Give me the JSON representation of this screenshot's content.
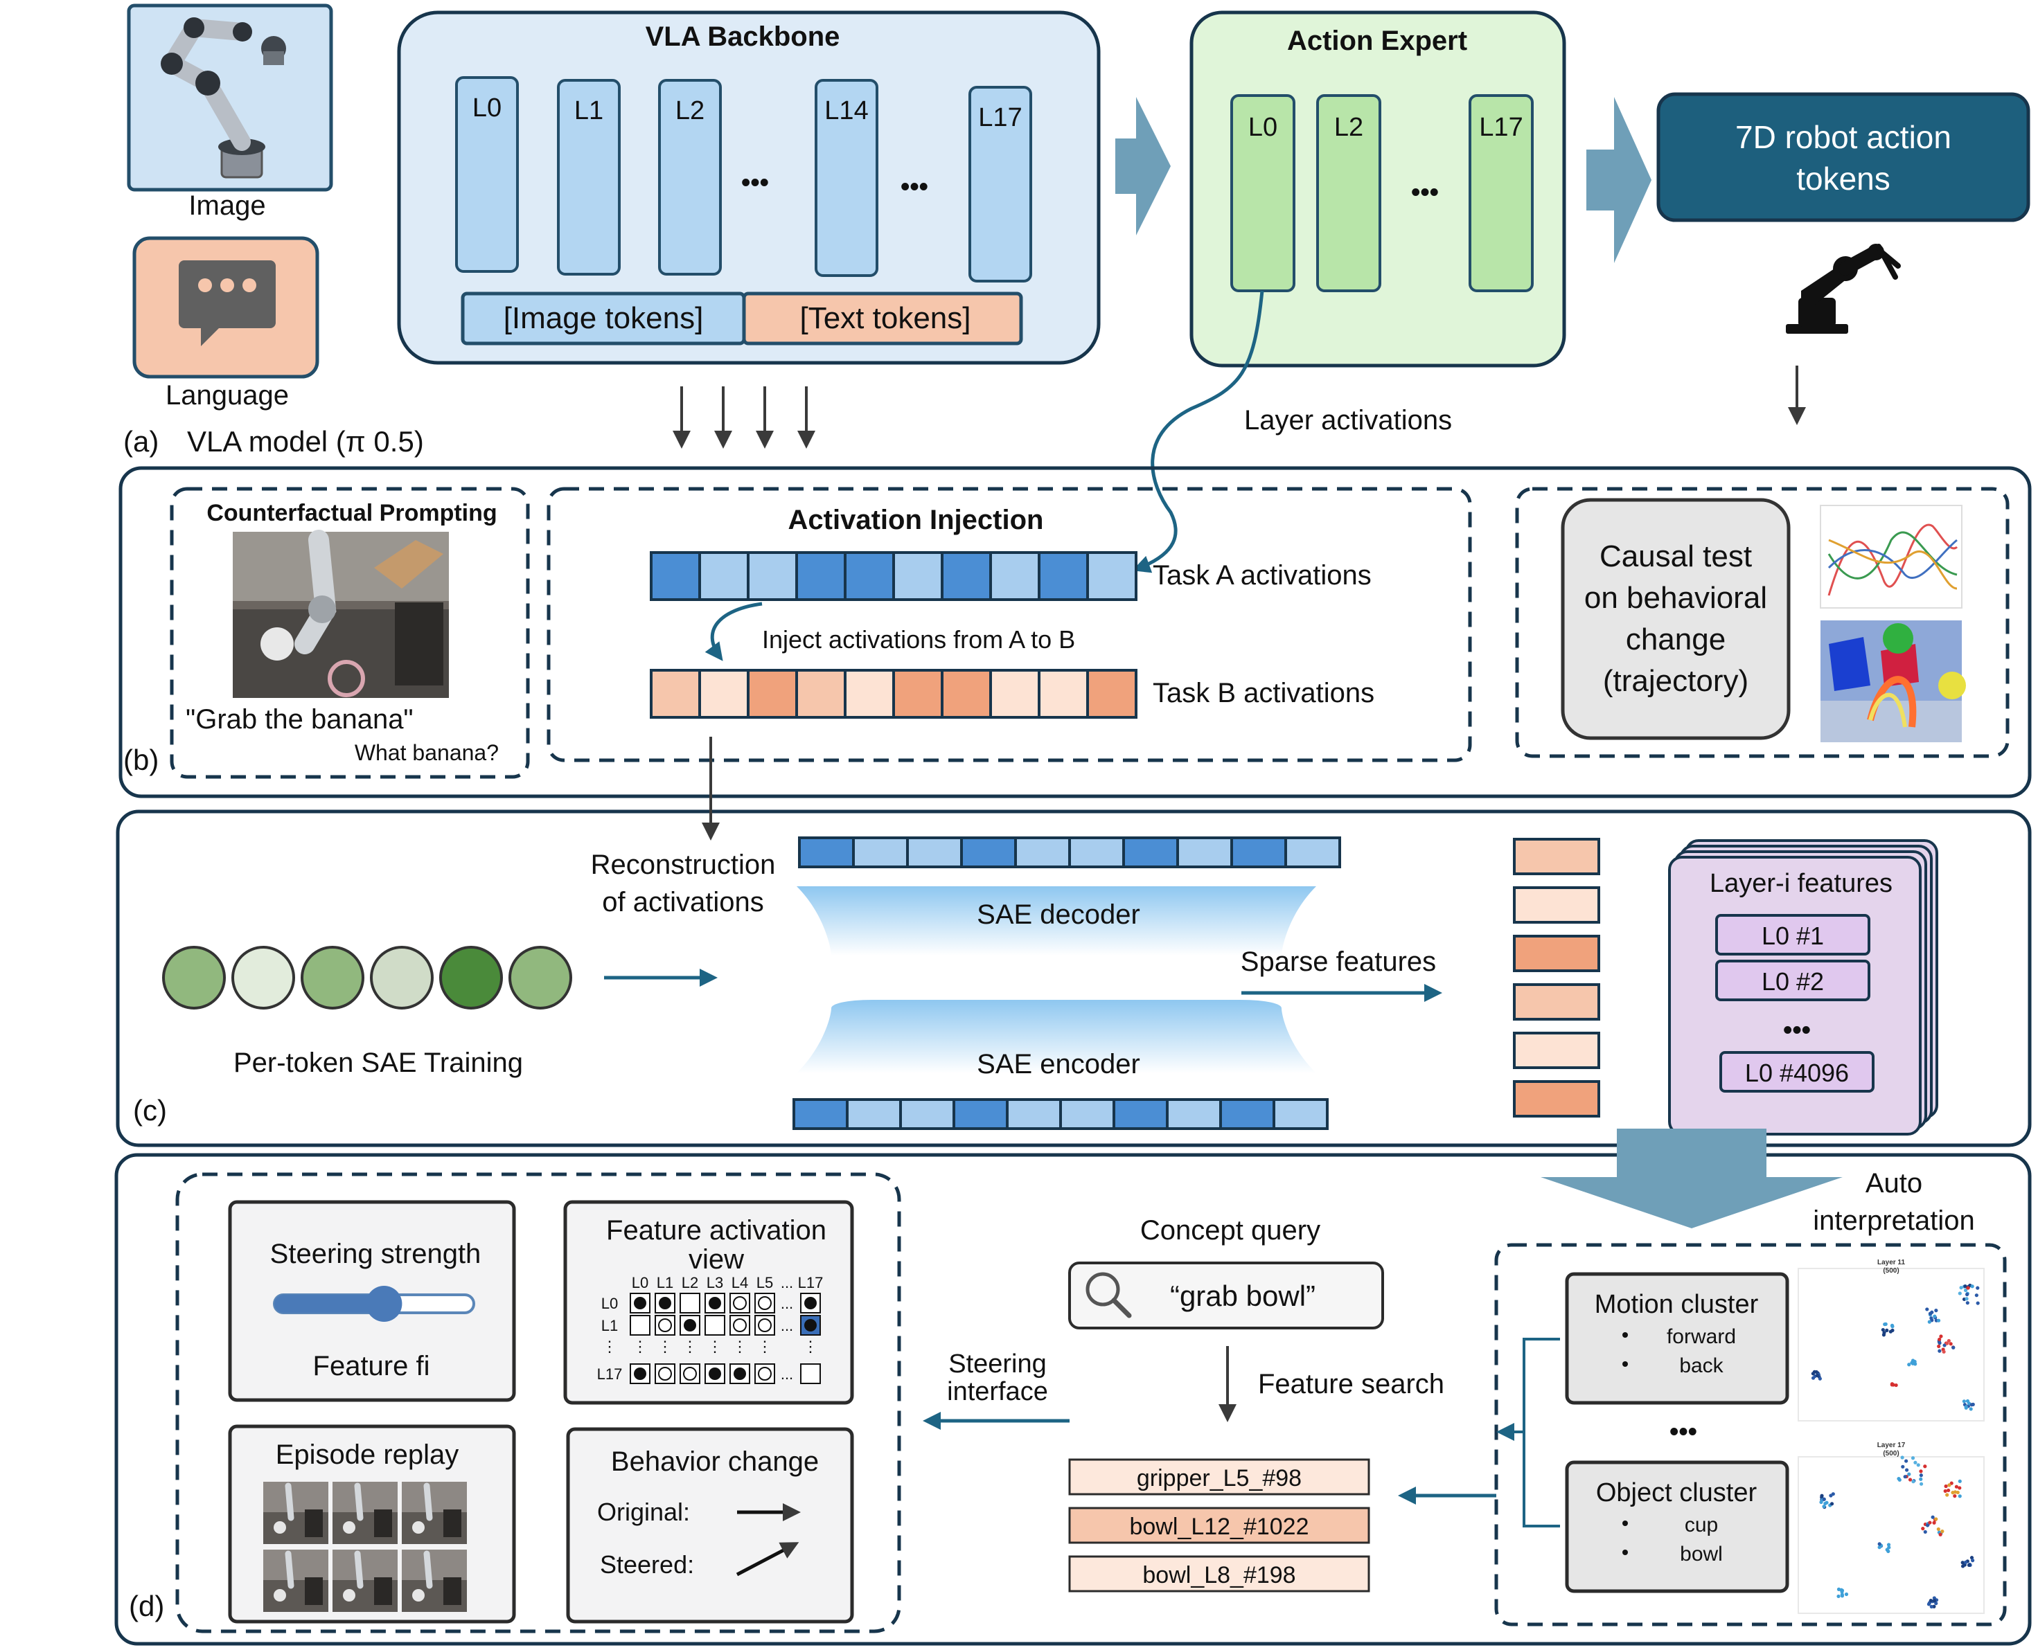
{
  "inputs": {
    "image_label": "Image",
    "language_label": "Language"
  },
  "panel_a": {
    "caption": "(a)",
    "model_label": "VLA model (π 0.5)",
    "backbone": {
      "title": "VLA Backbone",
      "layers": [
        "L0",
        "L1",
        "L2",
        "L14",
        "L17"
      ],
      "ellipsis": "•••",
      "image_tokens": "[Image tokens]",
      "text_tokens": "[Text tokens]"
    },
    "expert": {
      "title": "Action Expert",
      "layers": [
        "L0",
        "L2",
        "L17"
      ],
      "ellipsis": "•••"
    },
    "output": {
      "line1": "7D robot action",
      "line2": "tokens"
    },
    "layer_activations": "Layer activations"
  },
  "panel_b": {
    "caption": "(b)",
    "counterfactual": {
      "title": "Counterfactual Prompting",
      "quote": "\"Grab the banana\"",
      "reply": "What banana?"
    },
    "injection": {
      "title": "Activation Injection",
      "task_a": "Task A activations",
      "task_b": "Task B activations",
      "inject_label": "Inject activations from A to B"
    },
    "causal": {
      "lines": [
        "Causal test",
        "on behavioral",
        "change",
        "(trajectory)"
      ]
    }
  },
  "panel_c": {
    "caption": "(c)",
    "reconstruction": [
      "Reconstruction",
      "of activations"
    ],
    "decoder": "SAE decoder",
    "encoder": "SAE encoder",
    "training": "Per-token SAE Training",
    "sparse": "Sparse features",
    "features": {
      "title": "Layer-i features",
      "items": [
        "L0 #1",
        "L0 #2",
        "L0 #4096"
      ],
      "ellipsis": "•••"
    }
  },
  "panel_d": {
    "caption": "(d)",
    "auto_interp": [
      "Auto",
      "interpretation"
    ],
    "steering": {
      "title": "Steering strength",
      "feature": "Feature fi",
      "level": 0.55
    },
    "activation_view": {
      "title_line1": "Feature activation",
      "title_line2": "view",
      "cols": [
        "L0",
        "L1",
        "L2",
        "L3",
        "L4",
        "L5",
        "...",
        "L17"
      ],
      "rows": [
        "L0",
        "L1",
        "⋮",
        "L17"
      ]
    },
    "replay": {
      "title": "Episode replay"
    },
    "behavior": {
      "title": "Behavior change",
      "original": "Original:",
      "steered": "Steered:"
    },
    "steering_interface": [
      "Steering",
      "interface"
    ],
    "query": {
      "title": "Concept query",
      "value": "“grab bowl”"
    },
    "feature_search": "Feature search",
    "results": [
      "gripper_L5_#98",
      "bowl_L12_#1022",
      "bowl_L8_#198"
    ],
    "motion": {
      "title": "Motion cluster",
      "items": [
        "forward",
        "back"
      ]
    },
    "object": {
      "title": "Object cluster",
      "items": [
        "cup",
        "bowl"
      ]
    },
    "cluster_ellipsis": "•••",
    "scatter_titles": [
      {
        "t1": "Layer 11",
        "t2": "(500)"
      },
      {
        "t1": "Layer 17",
        "t2": "(500)"
      }
    ]
  }
}
